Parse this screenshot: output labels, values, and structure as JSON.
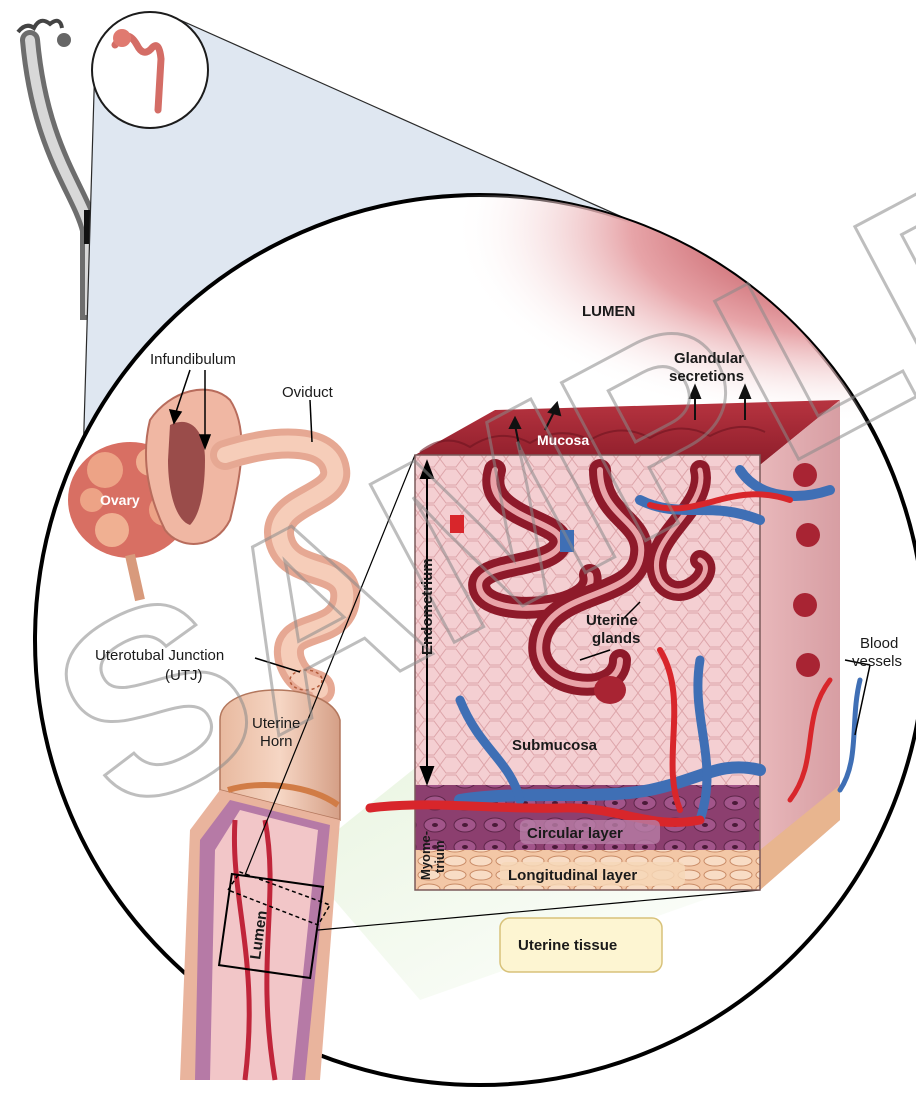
{
  "labels": {
    "lumen_top": "LUMEN",
    "glandular_1": "Glandular",
    "glandular_2": "secretions",
    "infundibulum": "Infundibulum",
    "oviduct": "Oviduct",
    "ovary": "Ovary",
    "mucosa": "Mucosa",
    "endometrium": "Endometrium",
    "uterine_glands_1": "Uterine",
    "uterine_glands_2": "glands",
    "blood_vessels_1": "Blood",
    "blood_vessels_2": "vessels",
    "utj_1": "Uterotubal Junction",
    "utj_2": "(UTJ)",
    "uterine_horn_1": "Uterine",
    "uterine_horn_2": "Horn",
    "submucosa": "Submucosa",
    "myometrium_1": "Myome-",
    "myometrium_2": "trium",
    "circular_layer": "Circular layer",
    "longitudinal_layer": "Longitudinal layer",
    "lumen_small": "Lumen",
    "uterine_tissue": "Uterine tissue"
  },
  "watermark": "SAMPLE",
  "colors": {
    "tissue_red": "#9b2030",
    "tissue_pink": "#f2c6c8",
    "vessel_blue": "#3f6fb5",
    "vessel_red": "#d8262b",
    "zoom_panel": "#d9e3ef",
    "callout_fill": "#fdf5d2"
  }
}
